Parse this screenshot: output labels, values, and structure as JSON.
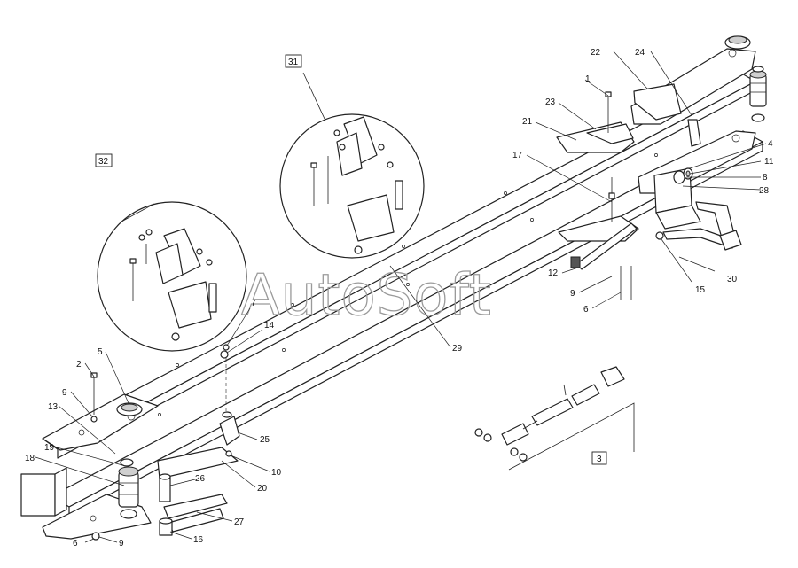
{
  "watermark": "AutoSoft",
  "labels": {
    "p1": "1",
    "p2": "2",
    "p3": "3",
    "p4": "4",
    "p5": "5",
    "p6a": "6",
    "p6b": "6",
    "p7": "7",
    "p8": "8",
    "p9a": "9",
    "p9b": "9",
    "p9c": "9",
    "p10": "10",
    "p11": "11",
    "p12": "12",
    "p13": "13",
    "p14": "14",
    "p15": "15",
    "p16": "16",
    "p17": "17",
    "p18": "18",
    "p19": "19",
    "p20": "20",
    "p21": "21",
    "p22": "22",
    "p23": "23",
    "p24": "24",
    "p25": "25",
    "p26": "26",
    "p27": "27",
    "p28": "28",
    "p29": "29",
    "p30": "30",
    "p31": "31",
    "p32": "32"
  }
}
